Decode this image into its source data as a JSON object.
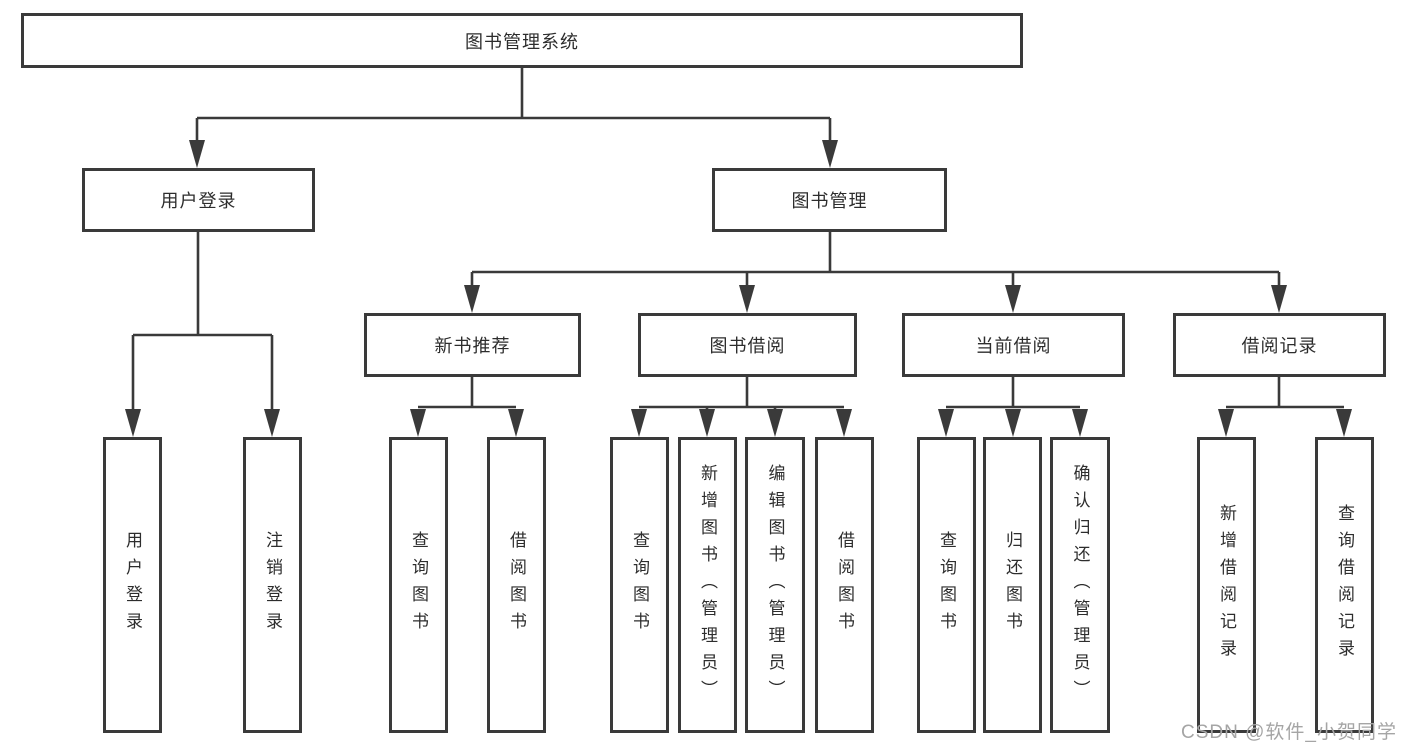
{
  "tree": {
    "root": {
      "label": "图书管理系统"
    },
    "branches": [
      {
        "label": "用户登录",
        "children": [
          {
            "label": "用户登录"
          },
          {
            "label": "注销登录"
          }
        ]
      },
      {
        "label": "图书管理",
        "children": [
          {
            "label": "新书推荐",
            "children": [
              {
                "label": "查询图书"
              },
              {
                "label": "借阅图书"
              }
            ]
          },
          {
            "label": "图书借阅",
            "children": [
              {
                "label": "查询图书"
              },
              {
                "label": "新增图书（管理员）"
              },
              {
                "label": "编辑图书（管理员）"
              },
              {
                "label": "借阅图书"
              }
            ]
          },
          {
            "label": "当前借阅",
            "children": [
              {
                "label": "查询图书"
              },
              {
                "label": "归还图书"
              },
              {
                "label": "确认归还（管理员）"
              }
            ]
          },
          {
            "label": "借阅记录",
            "children": [
              {
                "label": "新增借阅记录"
              },
              {
                "label": "查询借阅记录"
              }
            ]
          }
        ]
      }
    ]
  },
  "watermark": {
    "text": "CSDN @软件_小贺同学"
  },
  "colors": {
    "line": "#3a3a3a",
    "box_border": "#3a3a3a",
    "text": "#2d2d2d",
    "watermark": "#a5a5a5",
    "background": "#ffffff"
  }
}
